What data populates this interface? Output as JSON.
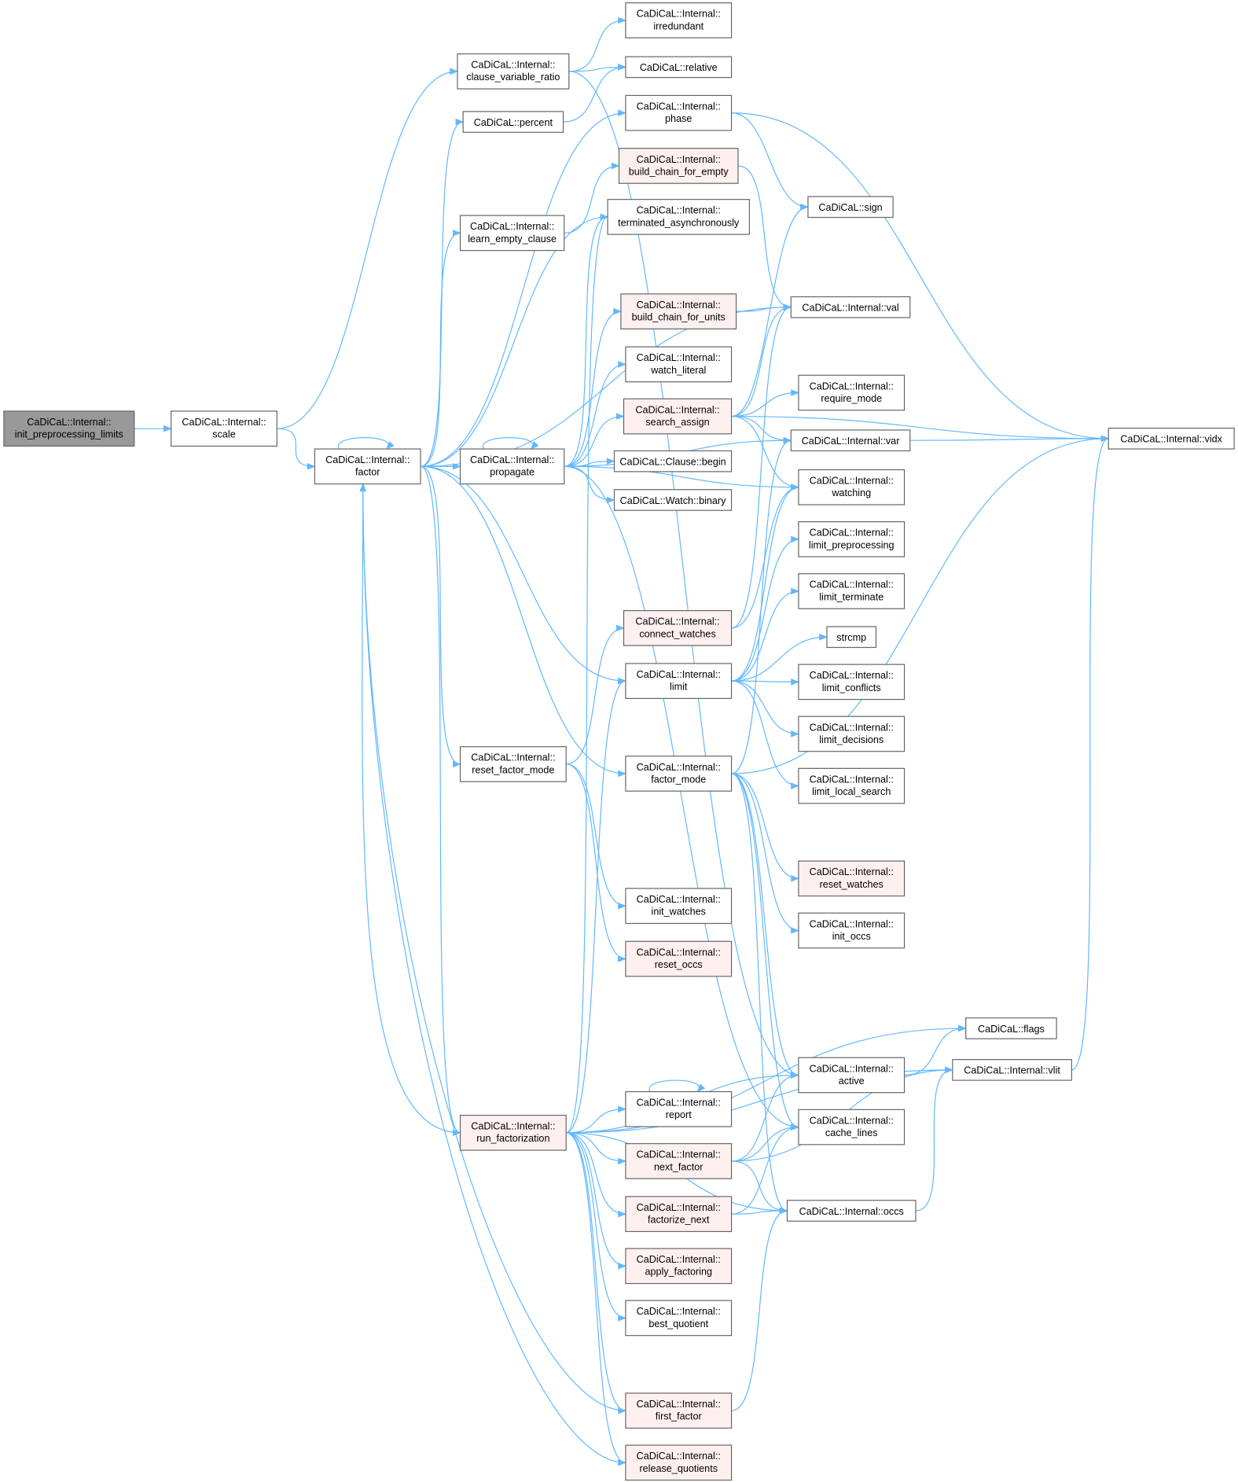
{
  "colors": {
    "edge": "#63b8ff",
    "root_fill": "#999999",
    "root_stroke": "#666666",
    "node_fill": "#ffffff",
    "node_stroke": "#666666",
    "incomplete_fill": "#fff0f0",
    "incomplete_stroke": "#ff0000"
  },
  "nodes": [
    {
      "id": "init",
      "lines": [
        "CaDiCaL::Internal::",
        "init_preprocessing_limits"
      ],
      "kind": "root"
    },
    {
      "id": "scale",
      "lines": [
        "CaDiCaL::Internal::",
        "scale"
      ]
    },
    {
      "id": "factor",
      "lines": [
        "CaDiCaL::Internal::",
        "factor"
      ]
    },
    {
      "id": "cvr",
      "lines": [
        "CaDiCaL::Internal::",
        "clause_variable_ratio"
      ]
    },
    {
      "id": "percent",
      "lines": [
        "CaDiCaL::percent"
      ]
    },
    {
      "id": "learn_empty",
      "lines": [
        "CaDiCaL::Internal::",
        "learn_empty_clause"
      ]
    },
    {
      "id": "propagate",
      "lines": [
        "CaDiCaL::Internal::",
        "propagate"
      ]
    },
    {
      "id": "reset_factor_mode",
      "lines": [
        "CaDiCaL::Internal::",
        "reset_factor_mode"
      ]
    },
    {
      "id": "run_fact",
      "lines": [
        "CaDiCaL::Internal::",
        "run_factorization"
      ],
      "kind": "red"
    },
    {
      "id": "irredundant",
      "lines": [
        "CaDiCaL::Internal::",
        "irredundant"
      ]
    },
    {
      "id": "relative",
      "lines": [
        "CaDiCaL::relative"
      ]
    },
    {
      "id": "phase",
      "lines": [
        "CaDiCaL::Internal::",
        "phase"
      ]
    },
    {
      "id": "bcfe",
      "lines": [
        "CaDiCaL::Internal::",
        "build_chain_for_empty"
      ],
      "kind": "red"
    },
    {
      "id": "term_async",
      "lines": [
        "CaDiCaL::Internal::",
        "terminated_asynchronously"
      ]
    },
    {
      "id": "bcfu",
      "lines": [
        "CaDiCaL::Internal::",
        "build_chain_for_units"
      ],
      "kind": "red"
    },
    {
      "id": "watch_literal",
      "lines": [
        "CaDiCaL::Internal::",
        "watch_literal"
      ]
    },
    {
      "id": "search_assign",
      "lines": [
        "CaDiCaL::Internal::",
        "search_assign"
      ],
      "kind": "red"
    },
    {
      "id": "clause_begin",
      "lines": [
        "CaDiCaL::Clause::begin"
      ]
    },
    {
      "id": "watch_binary",
      "lines": [
        "CaDiCaL::Watch::binary"
      ]
    },
    {
      "id": "connect_watches",
      "lines": [
        "CaDiCaL::Internal::",
        "connect_watches"
      ],
      "kind": "red"
    },
    {
      "id": "limit",
      "lines": [
        "CaDiCaL::Internal::",
        "limit"
      ]
    },
    {
      "id": "factor_mode",
      "lines": [
        "CaDiCaL::Internal::",
        "factor_mode"
      ]
    },
    {
      "id": "init_watches",
      "lines": [
        "CaDiCaL::Internal::",
        "init_watches"
      ]
    },
    {
      "id": "reset_occs",
      "lines": [
        "CaDiCaL::Internal::",
        "reset_occs"
      ],
      "kind": "red"
    },
    {
      "id": "report",
      "lines": [
        "CaDiCaL::Internal::",
        "report"
      ]
    },
    {
      "id": "next_factor",
      "lines": [
        "CaDiCaL::Internal::",
        "next_factor"
      ],
      "kind": "red"
    },
    {
      "id": "factorize_next",
      "lines": [
        "CaDiCaL::Internal::",
        "factorize_next"
      ],
      "kind": "red"
    },
    {
      "id": "apply_factoring",
      "lines": [
        "CaDiCaL::Internal::",
        "apply_factoring"
      ],
      "kind": "red"
    },
    {
      "id": "best_quotient",
      "lines": [
        "CaDiCaL::Internal::",
        "best_quotient"
      ]
    },
    {
      "id": "first_factor",
      "lines": [
        "CaDiCaL::Internal::",
        "first_factor"
      ],
      "kind": "red"
    },
    {
      "id": "release_quotients",
      "lines": [
        "CaDiCaL::Internal::",
        "release_quotients"
      ],
      "kind": "red"
    },
    {
      "id": "sign",
      "lines": [
        "CaDiCaL::sign"
      ]
    },
    {
      "id": "val",
      "lines": [
        "CaDiCaL::Internal::val"
      ]
    },
    {
      "id": "require_mode",
      "lines": [
        "CaDiCaL::Internal::",
        "require_mode"
      ]
    },
    {
      "id": "var",
      "lines": [
        "CaDiCaL::Internal::var"
      ]
    },
    {
      "id": "watching",
      "lines": [
        "CaDiCaL::Internal::",
        "watching"
      ]
    },
    {
      "id": "limit_preprocessing",
      "lines": [
        "CaDiCaL::Internal::",
        "limit_preprocessing"
      ]
    },
    {
      "id": "limit_terminate",
      "lines": [
        "CaDiCaL::Internal::",
        "limit_terminate"
      ]
    },
    {
      "id": "strcmp",
      "lines": [
        "strcmp"
      ]
    },
    {
      "id": "limit_conflicts",
      "lines": [
        "CaDiCaL::Internal::",
        "limit_conflicts"
      ]
    },
    {
      "id": "limit_decisions",
      "lines": [
        "CaDiCaL::Internal::",
        "limit_decisions"
      ]
    },
    {
      "id": "limit_local_search",
      "lines": [
        "CaDiCaL::Internal::",
        "limit_local_search"
      ]
    },
    {
      "id": "reset_watches",
      "lines": [
        "CaDiCaL::Internal::",
        "reset_watches"
      ],
      "kind": "red"
    },
    {
      "id": "init_occs",
      "lines": [
        "CaDiCaL::Internal::",
        "init_occs"
      ]
    },
    {
      "id": "active",
      "lines": [
        "CaDiCaL::Internal::",
        "active"
      ]
    },
    {
      "id": "cache_lines",
      "lines": [
        "CaDiCaL::Internal::",
        "cache_lines"
      ]
    },
    {
      "id": "occs",
      "lines": [
        "CaDiCaL::Internal::occs"
      ]
    },
    {
      "id": "flags",
      "lines": [
        "CaDiCaL::flags"
      ]
    },
    {
      "id": "vlit",
      "lines": [
        "CaDiCaL::Internal::vlit"
      ]
    },
    {
      "id": "vidx",
      "lines": [
        "CaDiCaL::Internal::vidx"
      ]
    }
  ],
  "edges": [
    [
      "init",
      "scale"
    ],
    [
      "scale",
      "cvr"
    ],
    [
      "scale",
      "factor"
    ],
    [
      "cvr",
      "irredundant"
    ],
    [
      "cvr",
      "relative"
    ],
    [
      "cvr",
      "active"
    ],
    [
      "percent",
      "relative"
    ],
    [
      "factor",
      "factor"
    ],
    [
      "factor",
      "percent"
    ],
    [
      "factor",
      "phase"
    ],
    [
      "factor",
      "learn_empty"
    ],
    [
      "factor",
      "term_async"
    ],
    [
      "factor",
      "val"
    ],
    [
      "factor",
      "propagate"
    ],
    [
      "factor",
      "limit"
    ],
    [
      "factor",
      "factor_mode"
    ],
    [
      "factor",
      "reset_factor_mode"
    ],
    [
      "factor",
      "run_fact"
    ],
    [
      "learn_empty",
      "bcfe"
    ],
    [
      "bcfe",
      "val"
    ],
    [
      "bcfu",
      "val"
    ],
    [
      "phase",
      "sign"
    ],
    [
      "phase",
      "vidx"
    ],
    [
      "propagate",
      "propagate"
    ],
    [
      "propagate",
      "bcfu"
    ],
    [
      "propagate",
      "watch_literal"
    ],
    [
      "propagate",
      "search_assign"
    ],
    [
      "propagate",
      "clause_begin"
    ],
    [
      "propagate",
      "watch_binary"
    ],
    [
      "propagate",
      "term_async"
    ],
    [
      "propagate",
      "var"
    ],
    [
      "propagate",
      "watching"
    ],
    [
      "propagate",
      "cache_lines"
    ],
    [
      "search_assign",
      "sign"
    ],
    [
      "search_assign",
      "val"
    ],
    [
      "search_assign",
      "vidx"
    ],
    [
      "search_assign",
      "require_mode"
    ],
    [
      "search_assign",
      "var"
    ],
    [
      "search_assign",
      "watching"
    ],
    [
      "var",
      "vidx"
    ],
    [
      "connect_watches",
      "watching"
    ],
    [
      "connect_watches",
      "val"
    ],
    [
      "limit",
      "limit_preprocessing"
    ],
    [
      "limit",
      "limit_terminate"
    ],
    [
      "limit",
      "strcmp"
    ],
    [
      "limit",
      "limit_conflicts"
    ],
    [
      "limit",
      "limit_decisions"
    ],
    [
      "limit",
      "limit_local_search"
    ],
    [
      "limit",
      "watching"
    ],
    [
      "factor_mode",
      "var"
    ],
    [
      "factor_mode",
      "reset_watches"
    ],
    [
      "factor_mode",
      "init_occs"
    ],
    [
      "factor_mode",
      "active"
    ],
    [
      "factor_mode",
      "cache_lines"
    ],
    [
      "factor_mode",
      "occs"
    ],
    [
      "factor_mode",
      "vidx"
    ],
    [
      "reset_factor_mode",
      "connect_watches"
    ],
    [
      "reset_factor_mode",
      "init_watches"
    ],
    [
      "reset_factor_mode",
      "reset_occs"
    ],
    [
      "run_fact",
      "flags"
    ],
    [
      "run_fact",
      "active"
    ],
    [
      "run_fact",
      "report"
    ],
    [
      "run_fact",
      "next_factor"
    ],
    [
      "run_fact",
      "factorize_next"
    ],
    [
      "run_fact",
      "apply_factoring"
    ],
    [
      "run_fact",
      "best_quotient"
    ],
    [
      "run_fact",
      "first_factor"
    ],
    [
      "run_fact",
      "release_quotients"
    ],
    [
      "run_fact",
      "factor"
    ],
    [
      "run_fact",
      "limit"
    ],
    [
      "run_fact",
      "occs"
    ],
    [
      "run_fact",
      "term_async"
    ],
    [
      "run_fact",
      "vlit"
    ],
    [
      "report",
      "report"
    ],
    [
      "next_factor",
      "active"
    ],
    [
      "next_factor",
      "cache_lines"
    ],
    [
      "next_factor",
      "vlit"
    ],
    [
      "next_factor",
      "occs"
    ],
    [
      "factorize_next",
      "cache_lines"
    ],
    [
      "factorize_next",
      "occs"
    ],
    [
      "first_factor",
      "occs"
    ],
    [
      "first_factor",
      "factor"
    ],
    [
      "release_quotients",
      "factor"
    ],
    [
      "occs",
      "vlit"
    ],
    [
      "active",
      "flags"
    ],
    [
      "vlit",
      "vidx"
    ]
  ]
}
